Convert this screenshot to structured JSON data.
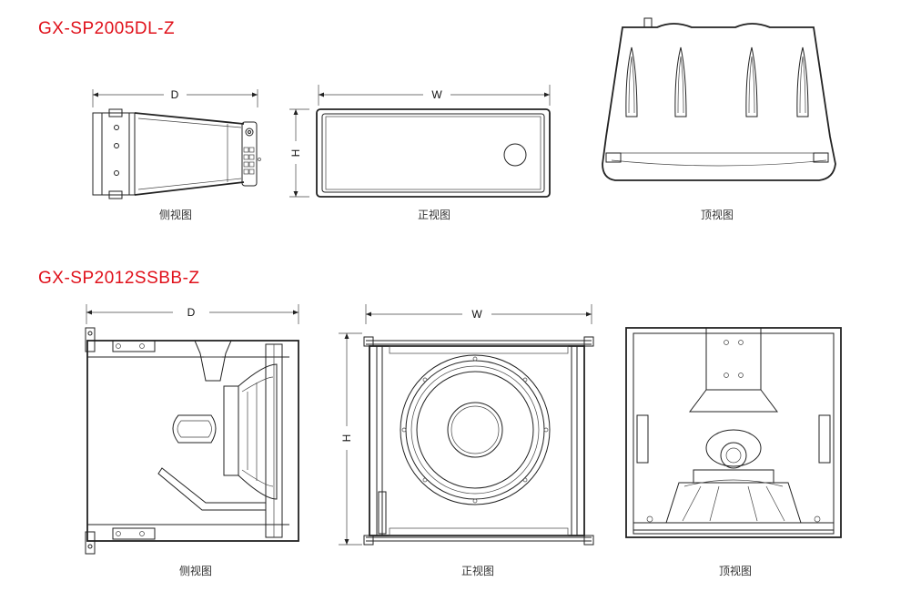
{
  "products": [
    {
      "model": "GX-SP2005DL-Z",
      "views": {
        "side": "侧视图",
        "front": "正视图",
        "top": "顶视图"
      },
      "dimensions": {
        "depth": "D",
        "width": "W",
        "height": "H"
      }
    },
    {
      "model": "GX-SP2012SSBB-Z",
      "views": {
        "side": "侧视图",
        "front": "正视图",
        "top": "顶视图"
      },
      "dimensions": {
        "depth": "D",
        "width": "W",
        "height": "H"
      }
    }
  ],
  "colors": {
    "model_title": "#e0101a",
    "line": "#222222"
  }
}
